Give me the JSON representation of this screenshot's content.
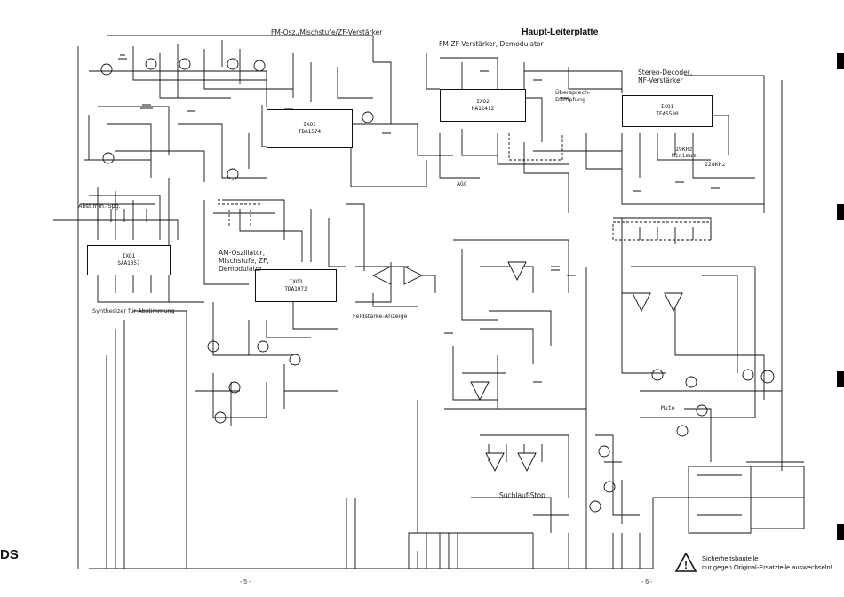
{
  "title": "Haupt-Leiterplatte",
  "corner_mark": "DS",
  "pages": {
    "left": "- 5 -",
    "right": "- 6 -"
  },
  "sections": {
    "fm_osc": "FM-Osz./Mischstufe/ZF-Verstärker",
    "fm_zf": "FM-ZF-Verstärker, Demodulator",
    "stereo_1": "Stereo-Decoder,",
    "stereo_2": "NF-Verstärker",
    "am_1": "AM-Oszillator,",
    "am_2": "Mischstufe, ZF,",
    "am_3": "Demodulator",
    "feld": "Feldstärke-Anzeige",
    "such": "Suchlauf-Stop",
    "synth": "Synthesizer für Abstimmung",
    "abst": "Abstimm.-Spg.",
    "uebersp_1": "Übersprech-",
    "uebersp_2": "Dämpfung",
    "agc": "AGC",
    "mute": "Mute",
    "pilot": "19KHz",
    "minimum": "Minimum",
    "khz": "228KHz"
  },
  "ics": [
    {
      "ref": "IXO1",
      "part": "TDA1574"
    },
    {
      "ref": "IXO2",
      "part": "HA12412"
    },
    {
      "ref": "IXO3",
      "part": "TDA1072"
    },
    {
      "ref": "IXO1",
      "part": "TEA5580"
    },
    {
      "ref": "IXO1",
      "part": "SAA1057"
    }
  ],
  "warning": {
    "line1": "Sicherheitsbauteile",
    "line2": "nur gegen Original-Ersatzteile auswechseln!"
  },
  "colors": {
    "ink": "#111111",
    "paper": "#ffffff"
  }
}
